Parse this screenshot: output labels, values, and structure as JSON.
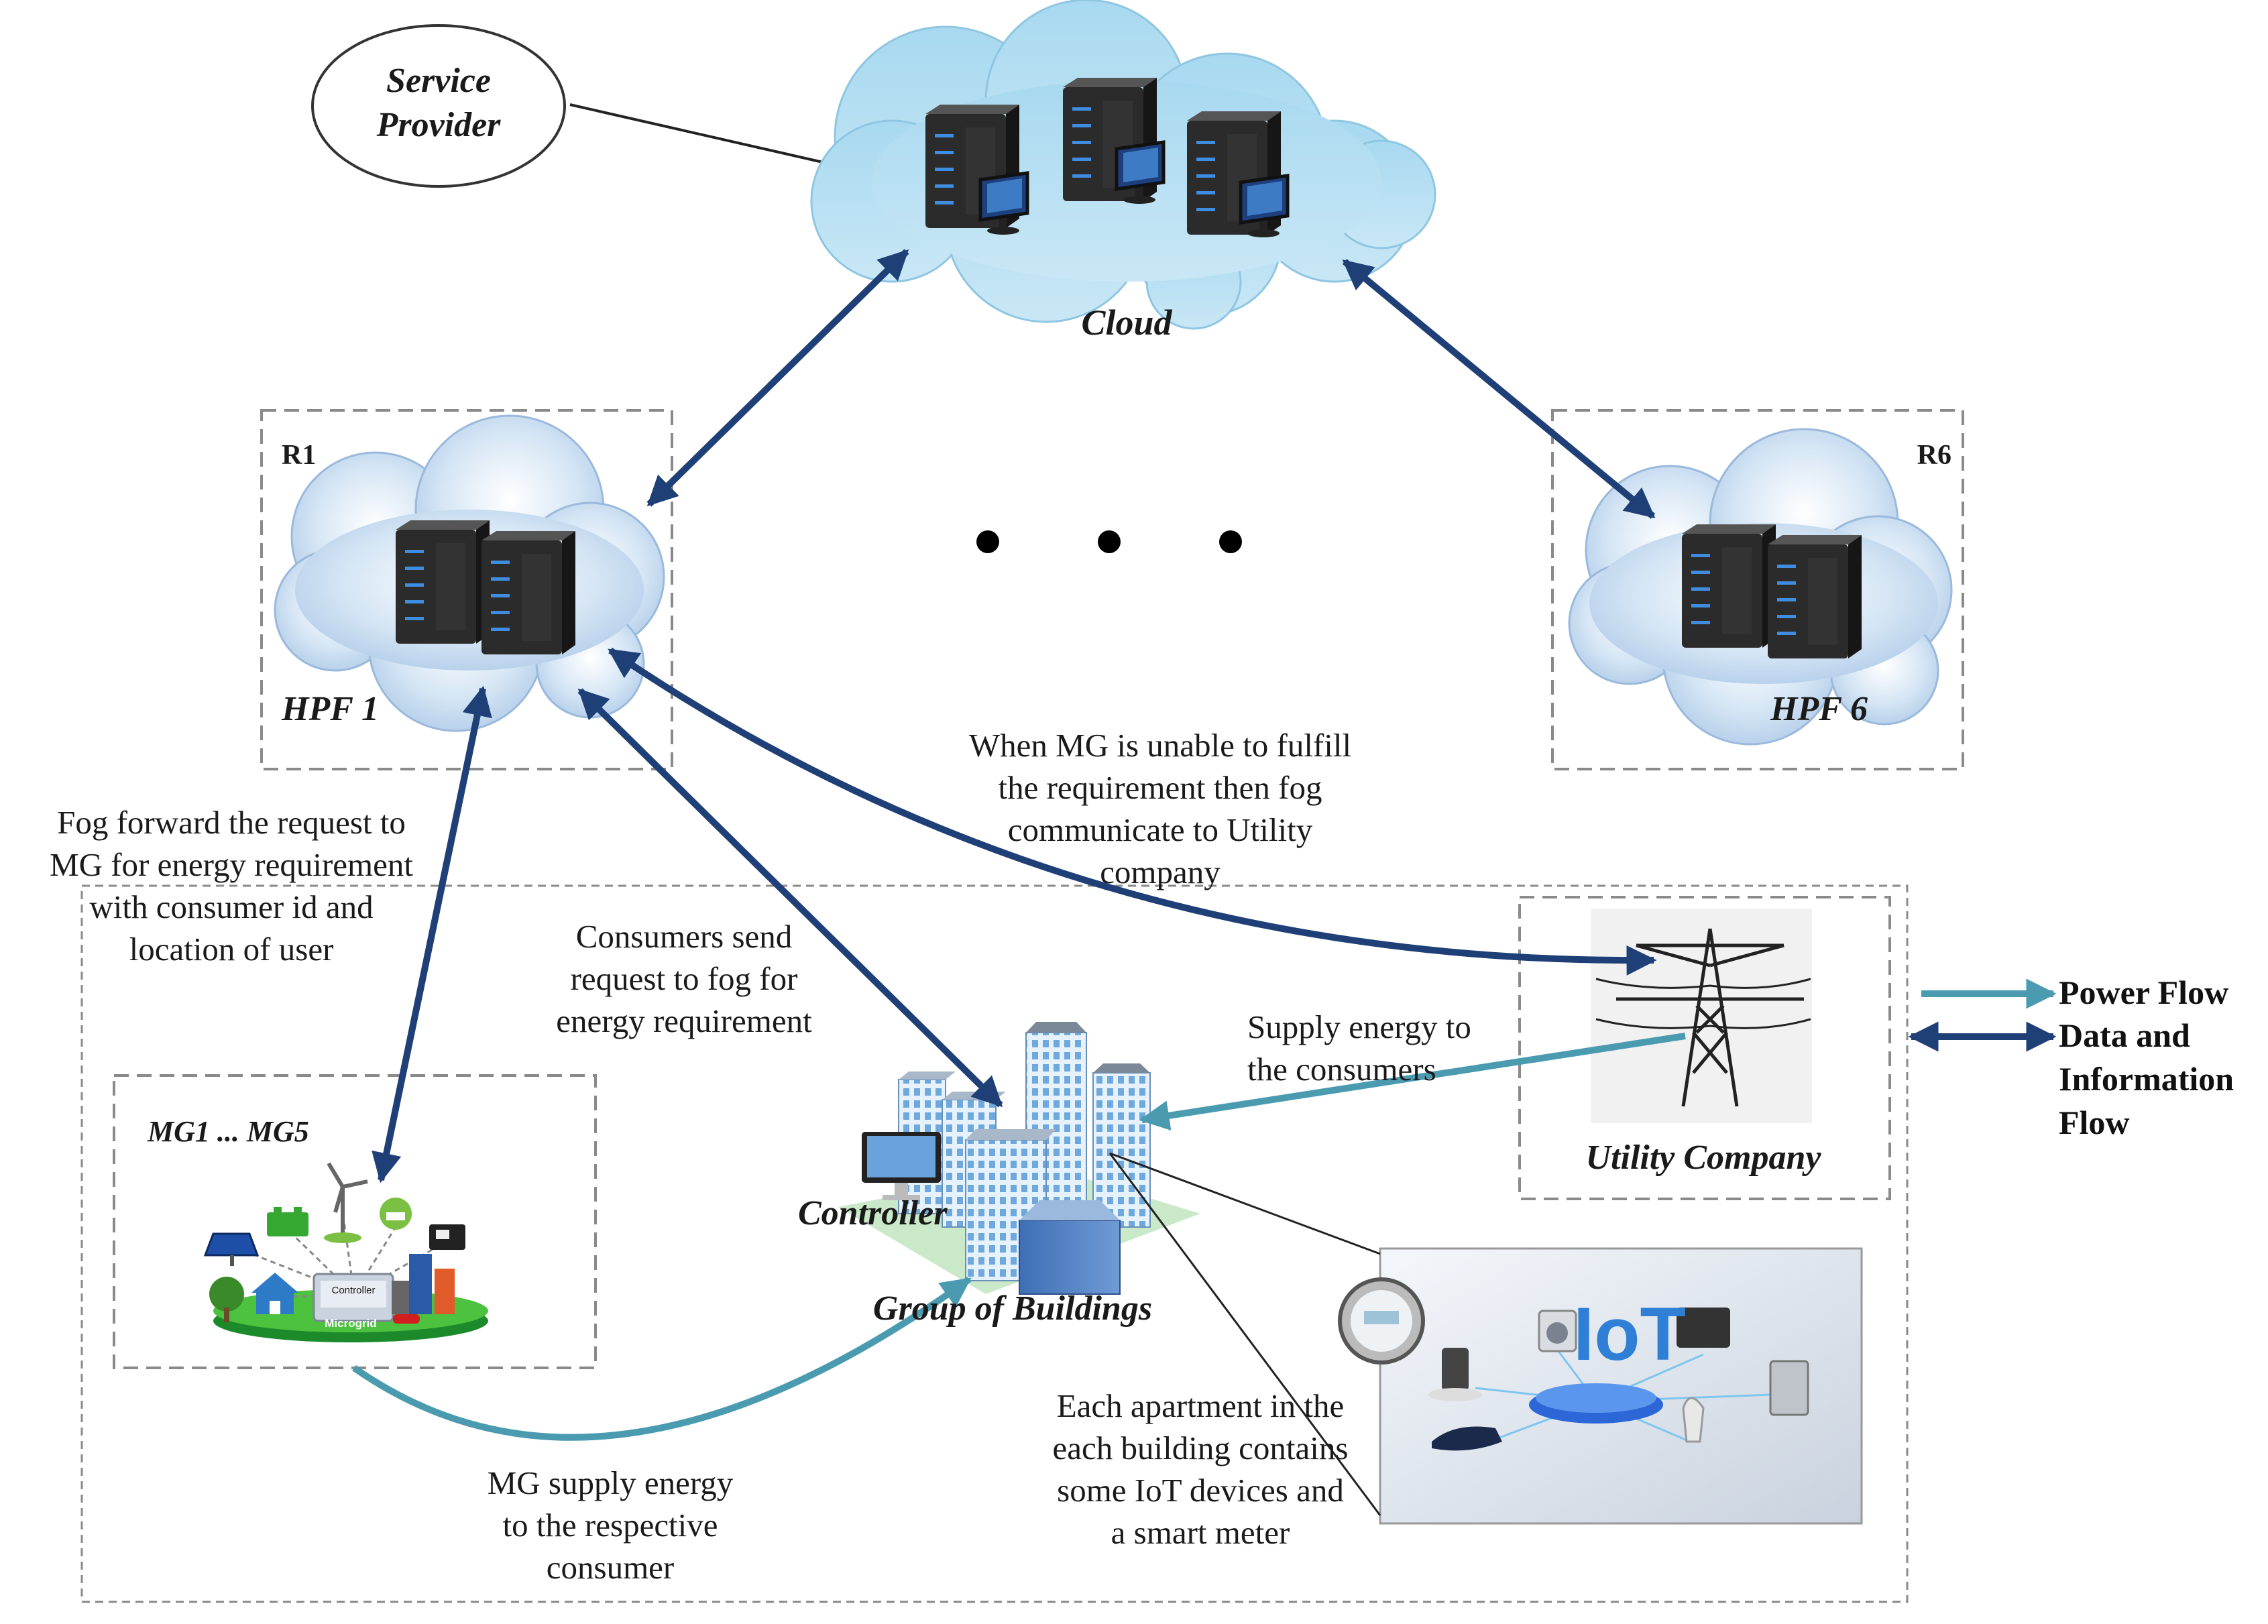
{
  "labels": {
    "service_provider": [
      "Service",
      "Provider"
    ],
    "cloud": "Cloud",
    "region_1": "R1",
    "region_6": "R6",
    "hpf_1": "HPF 1",
    "hpf_6": "HPF 6",
    "microgrids": "MG1 ... MG5",
    "microgrid_caption": "Microgrid",
    "controller_inner": "Controller",
    "controller": "Controller",
    "group_of_buildings": "Group of Buildings",
    "utility_company": "Utility Company",
    "iot": "IoT"
  },
  "notes": {
    "fog_to_mg": [
      "Fog forward the request to",
      "MG for energy requirement",
      "with consumer id and",
      "location of user"
    ],
    "consumers_to_fog": [
      "Consumers send",
      "request to fog for",
      "energy requirement"
    ],
    "fog_to_utility": [
      "When MG is unable to fulfill",
      "the requirement then fog",
      "communicate to Utility",
      "company"
    ],
    "utility_supply": [
      "Supply energy to",
      "the consumers"
    ],
    "mg_supply": [
      "MG supply energy",
      "to the respective",
      "consumer"
    ],
    "apartments": [
      "Each apartment in the",
      "each building contains",
      "some IoT devices and",
      "a smart meter"
    ]
  },
  "legend": {
    "power_flow": "Power Flow",
    "data_flow": [
      "Data and",
      "Information",
      "Flow"
    ]
  },
  "colors": {
    "data_flow": "#1f3f77",
    "power_flow": "#4b9bb0",
    "cloud_fill": "#b9d7ee",
    "server": "#2a2a2a",
    "server_led": "#3f8de0"
  }
}
